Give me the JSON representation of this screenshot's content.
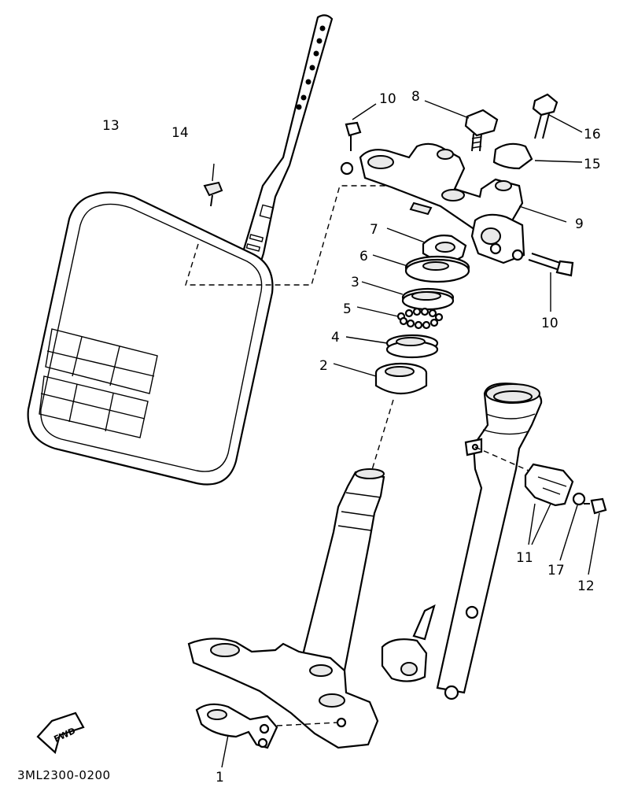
{
  "diagram": {
    "code": "3ML2300-0200",
    "fwd_label": "FWD",
    "callouts": [
      "1",
      "2",
      "3",
      "4",
      "5",
      "6",
      "7",
      "8",
      "9",
      "10",
      "10",
      "11",
      "12",
      "13",
      "14",
      "15",
      "16",
      "17"
    ]
  }
}
